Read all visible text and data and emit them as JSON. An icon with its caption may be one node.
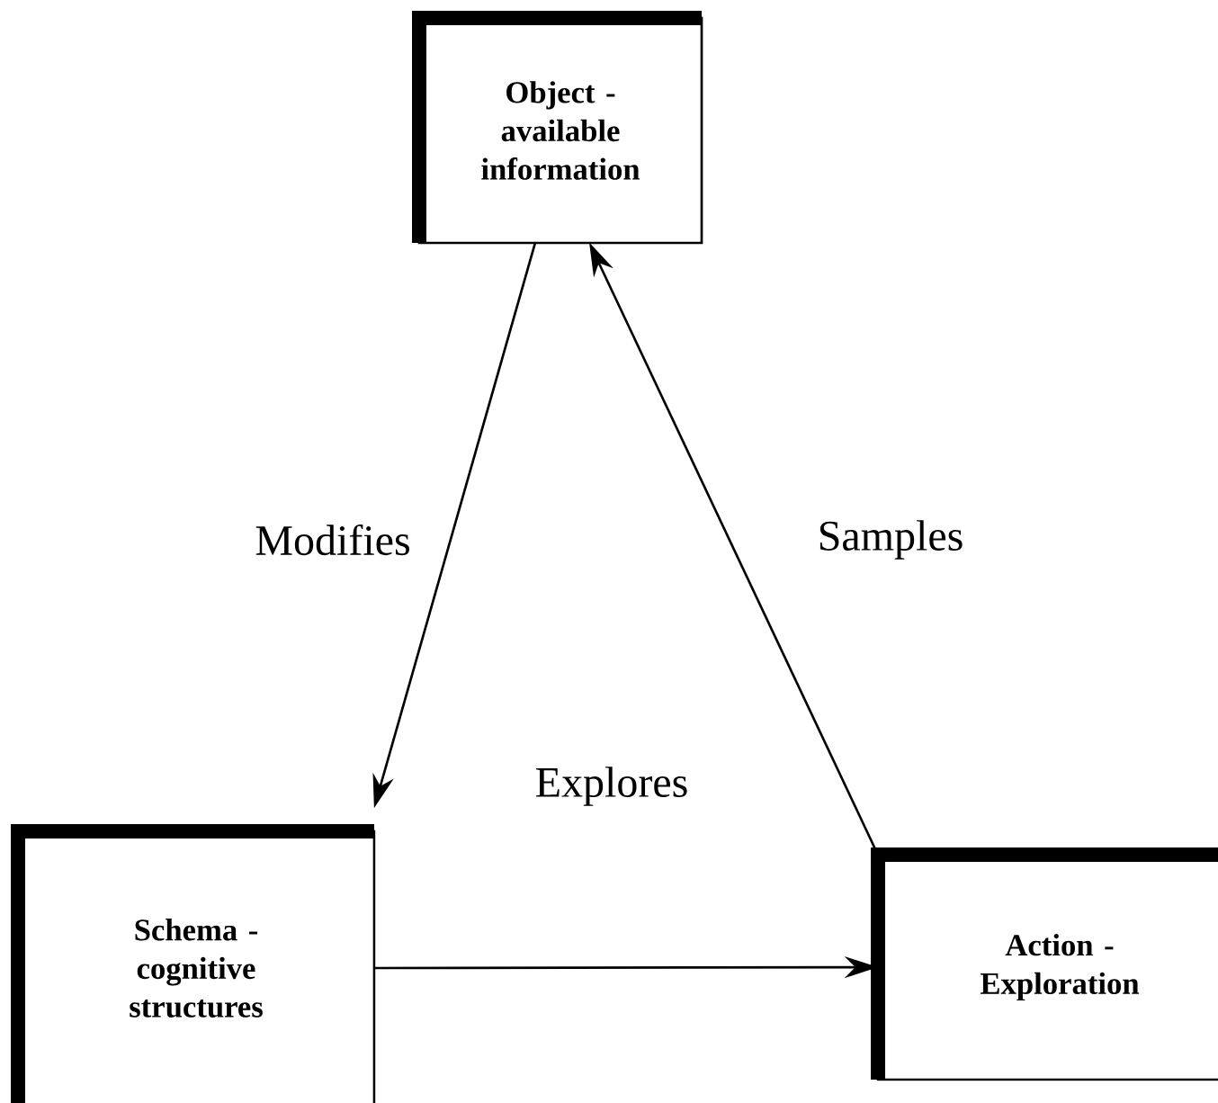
{
  "diagram": {
    "nodes": [
      {
        "text": [
          "Object - available information"
        ]
      },
      {
        "text": [
          "Schema - cognitive structures"
        ]
      },
      {
        "text": [
          "Action - Exploration"
        ]
      }
    ],
    "edges": [
      {
        "from": 0,
        "to": 1,
        "arrow": "to",
        "label": "Modifies"
      },
      {
        "from": 1,
        "to": 2,
        "arrow": "to",
        "label": "Explores"
      },
      {
        "from": 2,
        "to": 0,
        "arrow": "to",
        "label": "Samples"
      }
    ]
  }
}
